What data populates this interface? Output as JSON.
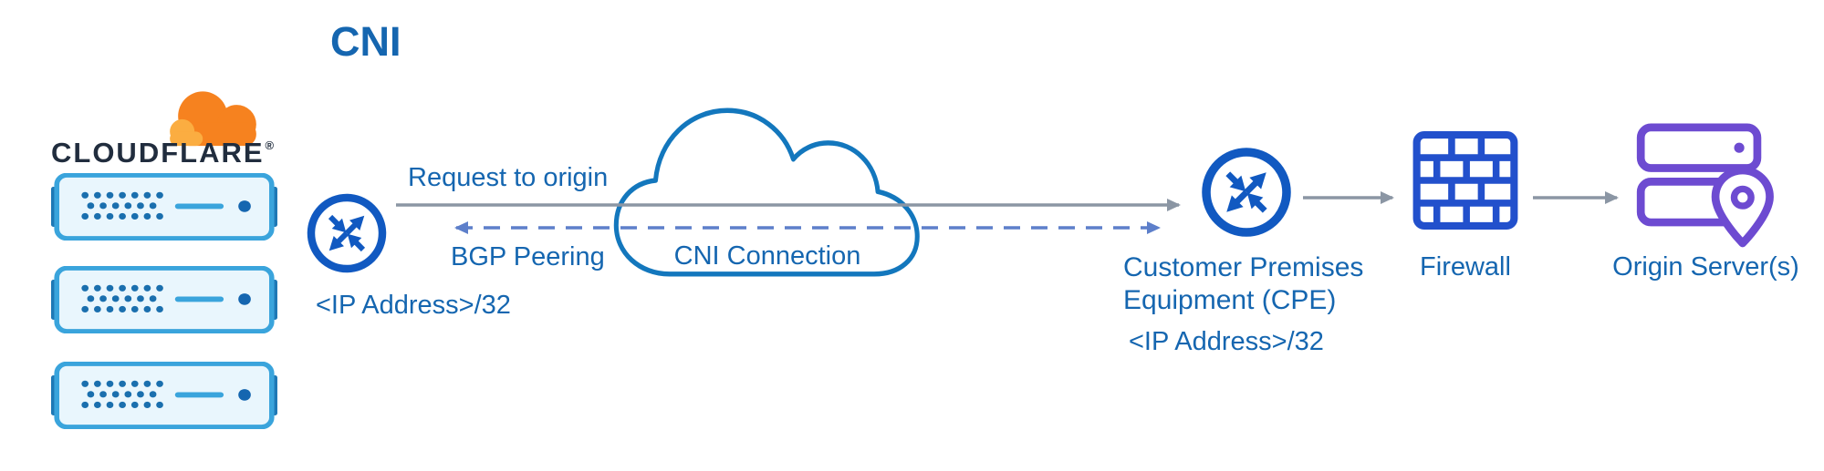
{
  "title": "CNI",
  "cloudflare": {
    "wordmark": "CLOUDFLARE",
    "registered": "®"
  },
  "edge_router": {
    "ip_label": "<IP Address>/32"
  },
  "flows": {
    "request_to_origin": "Request to origin",
    "bgp_peering": "BGP Peering"
  },
  "cni_cloud": {
    "label": "CNI Connection"
  },
  "cpe": {
    "name_line1": "Customer Premises",
    "name_line2": "Equipment (CPE)",
    "ip_label": "<IP Address>/32"
  },
  "firewall": {
    "label": "Firewall"
  },
  "origin": {
    "label": "Origin Server(s)"
  },
  "colors": {
    "label_blue": "#1566b0",
    "router_blue": "#1159c1",
    "firewall_blue": "#2250cc",
    "origin_purple": "#6d4bd1",
    "cloud_stroke": "#1377bd",
    "server_border": "#3aa4dc",
    "cloudflare_orange": "#f6821f",
    "cloudflare_orange_light": "#fbad41",
    "arrow_gray": "#8b96a4",
    "arrow_blue": "#5d7fca",
    "wordmark_navy": "#212d3e"
  }
}
